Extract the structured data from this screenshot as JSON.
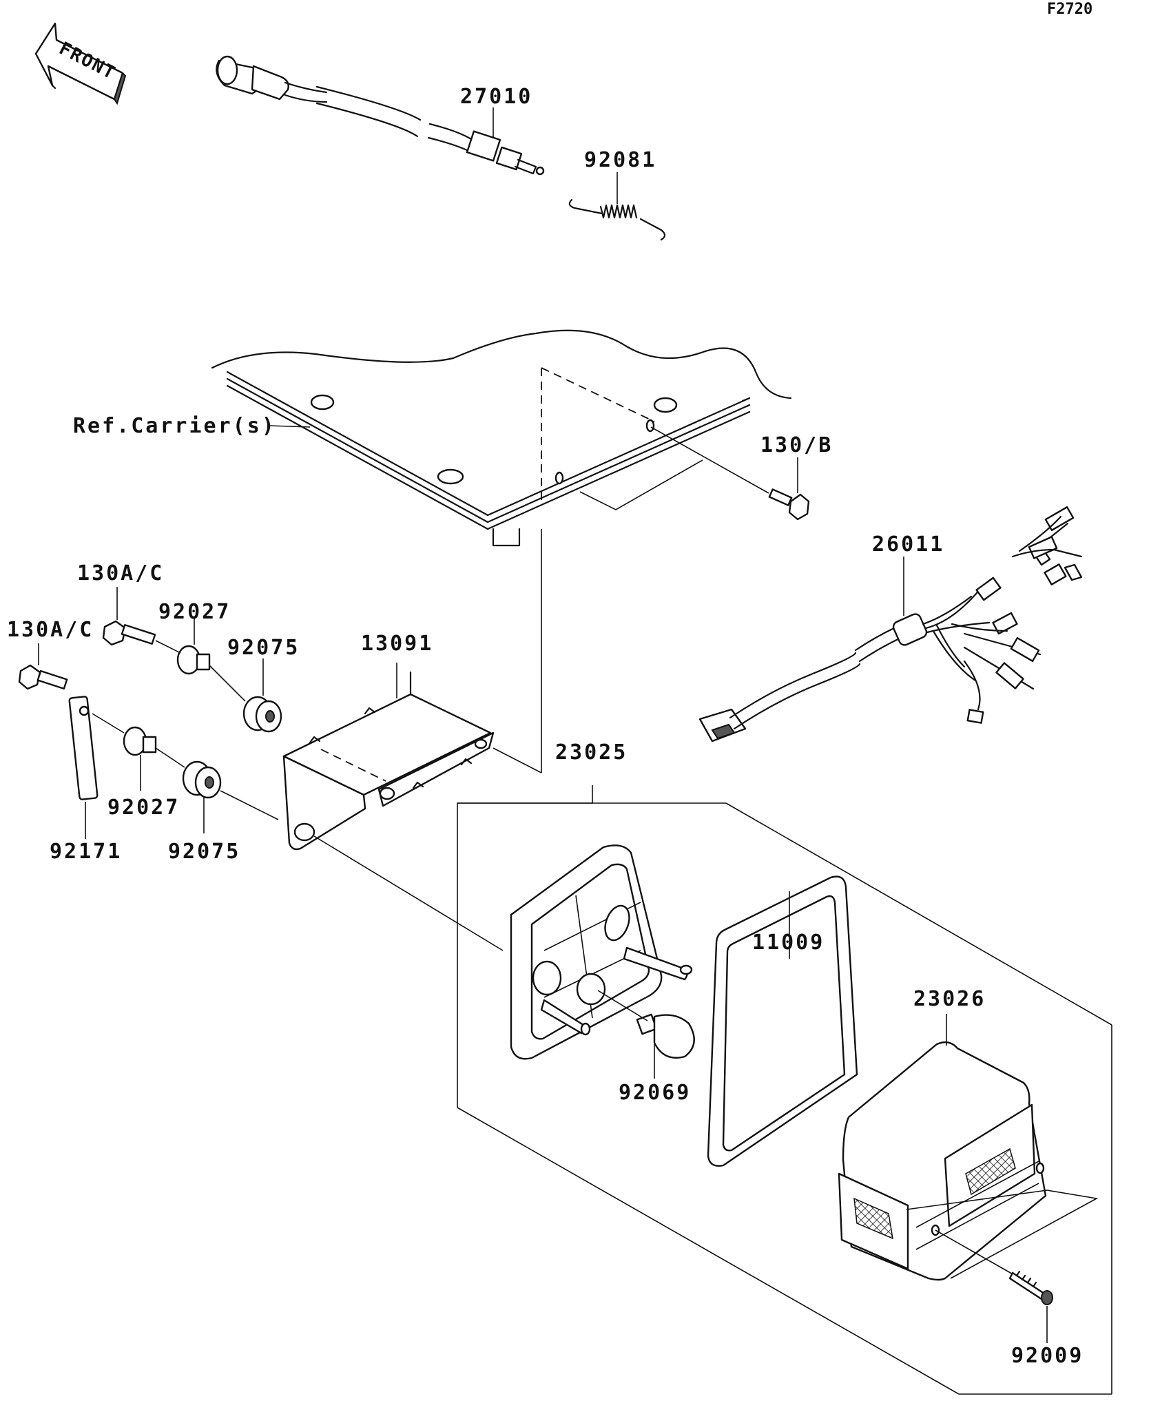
{
  "figure_code": "F2720",
  "front_arrow": {
    "label": "FRONT",
    "icon": "front-direction-arrow-icon"
  },
  "ref_label": "Ref.Carrier(s)",
  "callouts": [
    {
      "id": "p27010",
      "label": "27010"
    },
    {
      "id": "p92081",
      "label": "92081"
    },
    {
      "id": "p130b",
      "label": "130/B"
    },
    {
      "id": "p26011",
      "label": "26011"
    },
    {
      "id": "p130ac_a",
      "label": "130A/C"
    },
    {
      "id": "p130ac_b",
      "label": "130A/C"
    },
    {
      "id": "p92027_a",
      "label": "92027"
    },
    {
      "id": "p92075_a",
      "label": "92075"
    },
    {
      "id": "p13091",
      "label": "13091"
    },
    {
      "id": "p92027_b",
      "label": "92027"
    },
    {
      "id": "p92171",
      "label": "92171"
    },
    {
      "id": "p92075_b",
      "label": "92075"
    },
    {
      "id": "p23025",
      "label": "23025"
    },
    {
      "id": "p11009",
      "label": "11009"
    },
    {
      "id": "p23026",
      "label": "23026"
    },
    {
      "id": "p92069",
      "label": "92069"
    },
    {
      "id": "p92009",
      "label": "92009"
    }
  ]
}
